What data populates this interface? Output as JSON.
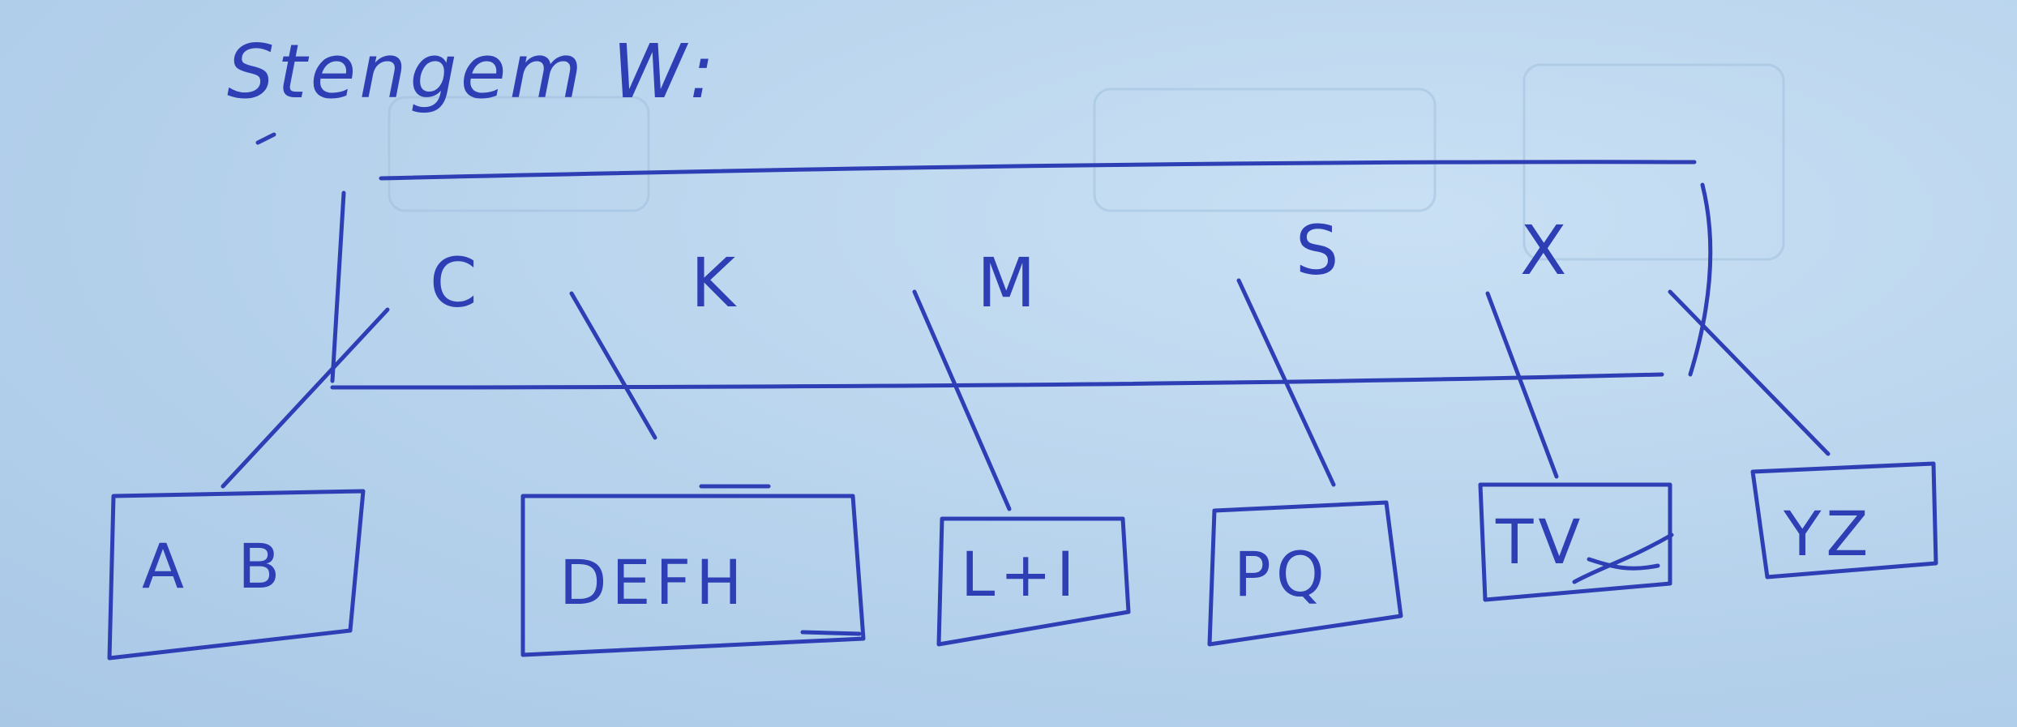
{
  "title": "Stengem W:",
  "root_node": {
    "keys": [
      "C",
      "K",
      "M",
      "S",
      "X"
    ]
  },
  "child_nodes": [
    {
      "label": "A  B"
    },
    {
      "label": "DEFH"
    },
    {
      "label": "L+I"
    },
    {
      "label": "PQ"
    },
    {
      "label": "TV"
    },
    {
      "label": "YZ"
    }
  ],
  "colors": {
    "ink": "#2e3fb6",
    "paper": "#b9d4ec"
  }
}
